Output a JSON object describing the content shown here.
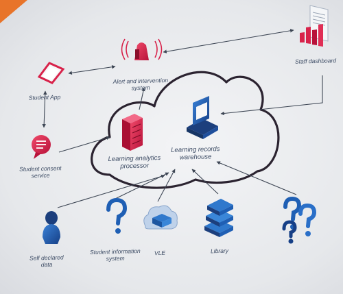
{
  "labels": {
    "alert": "Alert and intervention\nsystem",
    "staff_dashboard": "Staff dashboard",
    "student_app": "Student App",
    "student_consent": "Student consent\nservice",
    "learning_analytics": "Learning analytics\nprocessor",
    "records_warehouse": "Learning records\nwarehouse",
    "self_declared": "Self declared\ndata",
    "student_info": "Student information\nsystem",
    "vle": "VLE",
    "library": "Library"
  },
  "colors": {
    "accent_red": "#d8224a",
    "accent_blue": "#1f5fb4",
    "text": "#3b4a63",
    "orange_corner": "#e8742a"
  },
  "icons": [
    "alert-bell-icon",
    "staff-dashboard-icon",
    "student-app-icon",
    "student-consent-icon",
    "analytics-server-icon",
    "records-warehouse-icon",
    "self-declared-person-icon",
    "student-info-question-icon",
    "vle-cloud-icon",
    "library-books-icon",
    "unknown-sources-icon"
  ]
}
